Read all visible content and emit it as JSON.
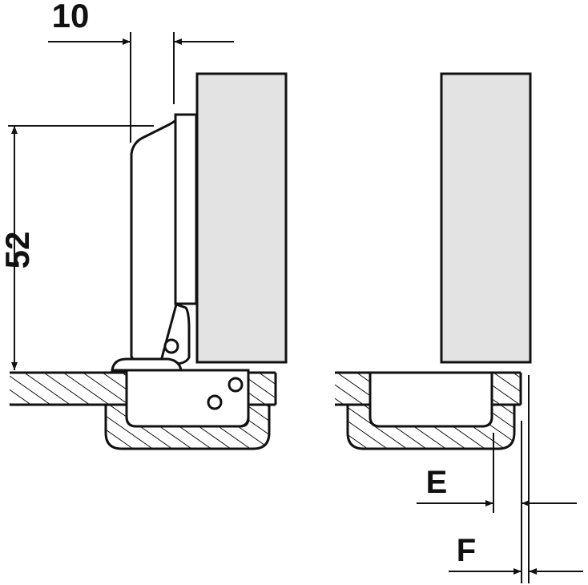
{
  "dimensions": {
    "top_width": "10",
    "hinge_height": "52",
    "offset_e": "E",
    "offset_f": "F"
  },
  "colors": {
    "line": "#111111",
    "door_fill": "#e3e3e3",
    "hatch": "#111111",
    "background": "#ffffff"
  }
}
